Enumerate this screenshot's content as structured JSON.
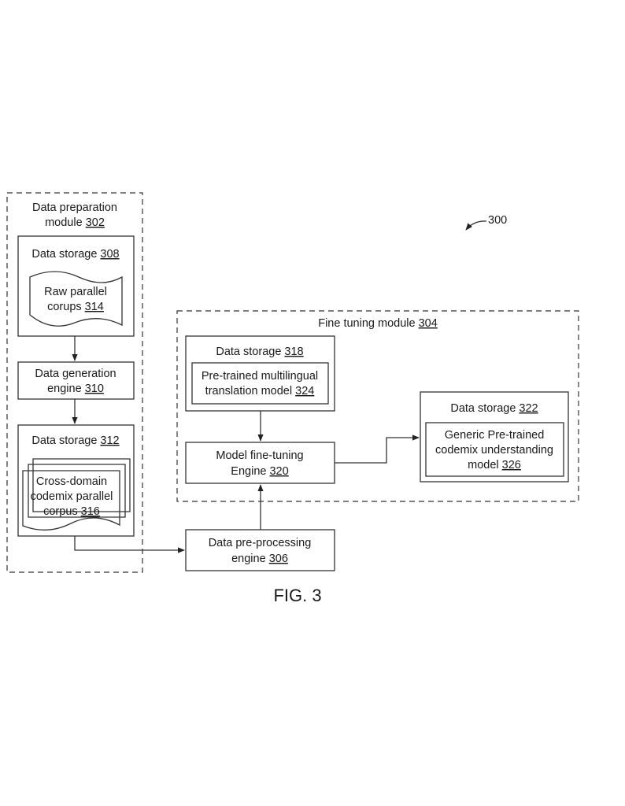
{
  "figure": {
    "ref": "300",
    "caption": "FIG. 3"
  },
  "modules": {
    "data_preparation": {
      "label": "Data preparation",
      "label2": "module",
      "num": "302"
    },
    "fine_tuning": {
      "label": "Fine tuning module",
      "num": "304"
    }
  },
  "blocks": {
    "storage_308": {
      "label": "Data storage",
      "num": "308"
    },
    "raw_corpus": {
      "line1": "Raw parallel",
      "line2": "corups",
      "num": "314"
    },
    "data_generation": {
      "line1": "Data generation",
      "line2": "engine",
      "num": "310"
    },
    "storage_312": {
      "label": "Data storage",
      "num": "312"
    },
    "cross_domain": {
      "line1": "Cross-domain",
      "line2": "codemix parallel",
      "line3": "corpus",
      "num": "316"
    },
    "storage_318": {
      "label": "Data storage",
      "num": "318"
    },
    "pretrained_multilingual": {
      "line1": "Pre-trained multilingual",
      "line2": "translation model",
      "num": "324"
    },
    "fine_tuning_engine": {
      "line1": "Model fine-tuning",
      "line2": "Engine",
      "num": "320"
    },
    "storage_322": {
      "label": "Data storage",
      "num": "322"
    },
    "generic_model": {
      "line1": "Generic Pre-trained",
      "line2": "codemix understanding",
      "line3": "model",
      "num": "326"
    },
    "preprocessing": {
      "line1": "Data pre-processing",
      "line2": "engine",
      "num": "306"
    }
  }
}
